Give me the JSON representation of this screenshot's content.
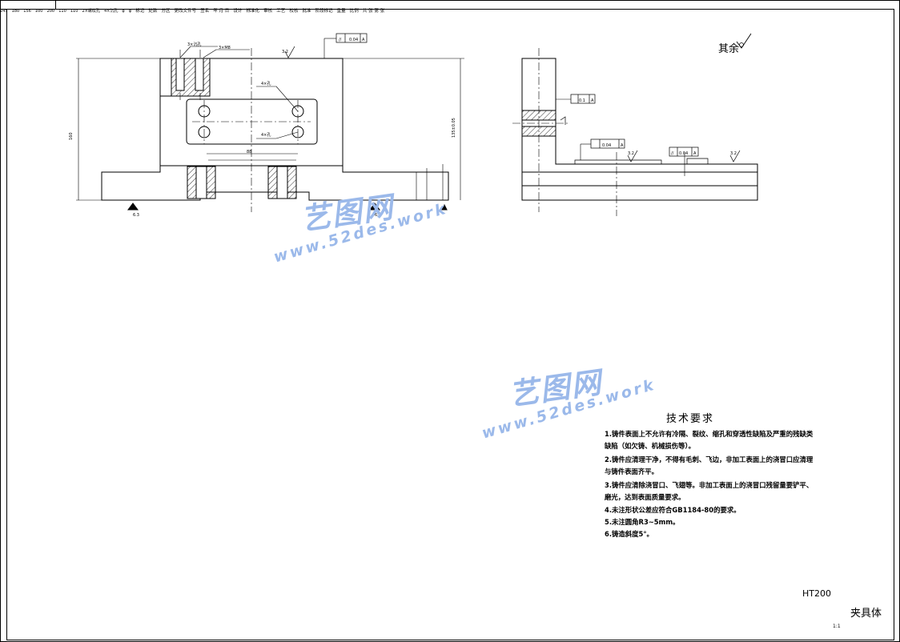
{
  "roughness_note": "其余",
  "tech_requirements": {
    "title": "技术要求",
    "lines": [
      "1.铸件表面上不允许有冷隔、裂纹、缩孔和穿透性缺陷及严重的残缺类",
      "缺陷（如欠铸、机械损伤等）。",
      "2.铸件应清理干净，不得有毛刺、飞边，非加工表面上的浇冒口应清理",
      "与铸件表面齐平。",
      "3.铸件应清除浇冒口、飞翅等。非加工表面上的浇冒口残留量要铲平、",
      "磨光，达到表面质量要求。",
      "4.未注形状公差应符合GB1184-80的要求。",
      "5.未注圆角R3~5mm。",
      "6.铸造斜度5°。"
    ]
  },
  "title_block": {
    "material": "HT200",
    "part_name": "夹具体",
    "scale": "1:1",
    "labels": {
      "mark": "标记",
      "count": "处数",
      "zone": "分区",
      "change_doc": "更改文件号",
      "sign": "签名",
      "date": "年 月 日",
      "design": "设计",
      "standardize": "标准化",
      "review": "审核",
      "craft": "工艺",
      "proof": "校核",
      "approve": "批准",
      "stage_mark": "阶段标记",
      "weight": "重量",
      "ratio": "比例",
      "sheets": "共 张 第 张"
    }
  },
  "watermark": {
    "brand_cn": "艺图网",
    "url": "www.52des.work"
  },
  "colors": {
    "line": "#000000",
    "hatch": "#000000",
    "watermark": "#9bb9ea",
    "watermark_dark": "#6f94d6"
  }
}
